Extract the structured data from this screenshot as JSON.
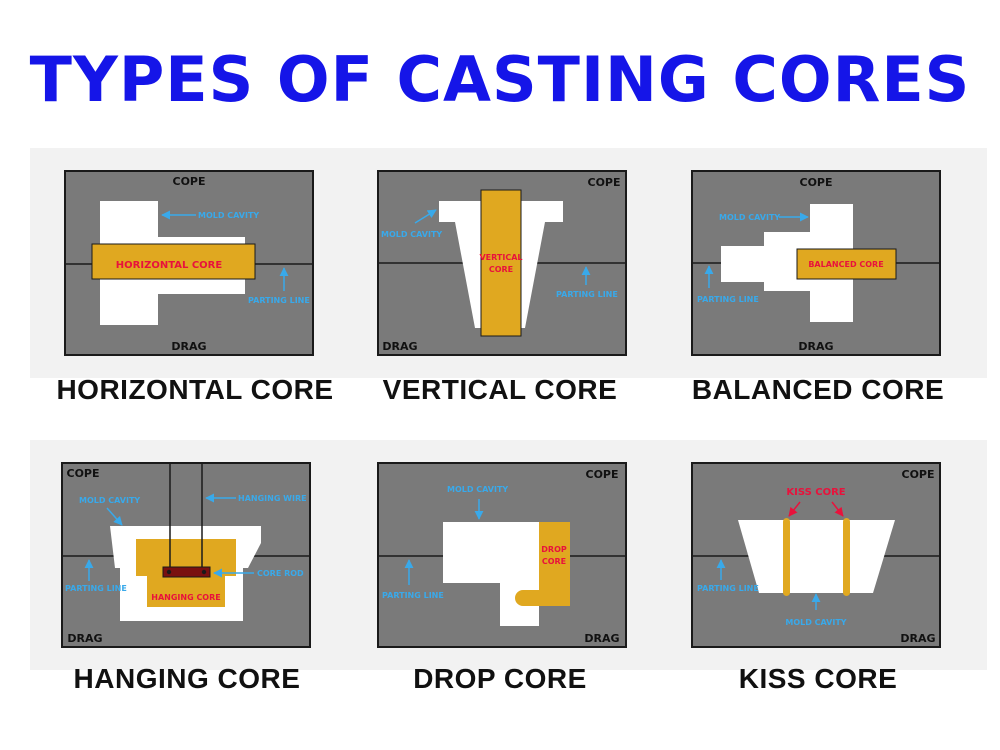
{
  "title": "TYPES OF CASTING CORES",
  "colors": {
    "title": "#1515e8",
    "mold": "#7a7a7a",
    "core": "#e0a820",
    "cavity": "#ffffff",
    "annotation": "#39a9ea",
    "core_label": "#e8123c",
    "core_rod": "#7a1010"
  },
  "panels": [
    {
      "caption": "HORIZONTAL CORE",
      "cope": "COPE",
      "drag": "DRAG",
      "mold_cavity": "MOLD CAVITY",
      "parting_line": "PARTING LINE",
      "core_label": "HORIZONTAL CORE"
    },
    {
      "caption": "VERTICAL CORE",
      "cope": "COPE",
      "drag": "DRAG",
      "mold_cavity": "MOLD CAVITY",
      "parting_line": "PARTING LINE",
      "core_label_1": "VERTICAL",
      "core_label_2": "CORE"
    },
    {
      "caption": "BALANCED CORE",
      "cope": "COPE",
      "drag": "DRAG",
      "mold_cavity": "MOLD CAVITY",
      "parting_line": "PARTING LINE",
      "core_label": "BALANCED CORE"
    },
    {
      "caption": "HANGING CORE",
      "cope": "COPE",
      "drag": "DRAG",
      "mold_cavity": "MOLD CAVITY",
      "hanging_wire": "HANGING WIRE",
      "core_rod": "CORE ROD",
      "parting_line": "PARTING LINE",
      "core_label": "HANGING CORE"
    },
    {
      "caption": "DROP CORE",
      "cope": "COPE",
      "drag": "DRAG",
      "mold_cavity": "MOLD CAVITY",
      "parting_line": "PARTING LINE",
      "core_label_1": "DROP",
      "core_label_2": "CORE"
    },
    {
      "caption": "KISS CORE",
      "cope": "COPE",
      "drag": "DRAG",
      "kiss_core": "KISS CORE",
      "parting_line": "PARTING LINE",
      "mold_cavity": "MOLD CAVITY"
    }
  ]
}
